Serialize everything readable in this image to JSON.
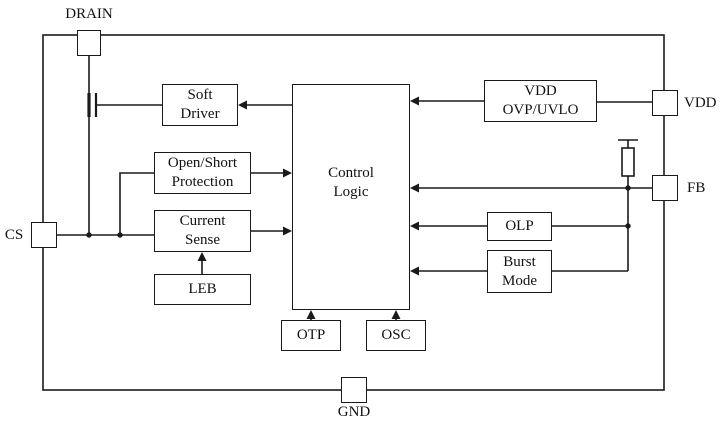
{
  "diagram": {
    "pins": {
      "drain": "DRAIN",
      "vdd": "VDD",
      "fb": "FB",
      "cs": "CS",
      "gnd": "GND"
    },
    "blocks": {
      "soft_driver": {
        "line1": "Soft",
        "line2": "Driver"
      },
      "open_short_protection": {
        "line1": "Open/Short",
        "line2": "Protection"
      },
      "current_sense": {
        "line1": "Current",
        "line2": "Sense"
      },
      "leb": {
        "label": "LEB"
      },
      "control_logic": {
        "line1": "Control",
        "line2": "Logic"
      },
      "vdd_ovp_uvlo": {
        "line1": "VDD",
        "line2": "OVP/UVLO"
      },
      "olp": {
        "label": "OLP"
      },
      "burst_mode": {
        "line1": "Burst",
        "line2": "Mode"
      },
      "otp": {
        "label": "OTP"
      },
      "osc": {
        "label": "OSC"
      }
    },
    "colors": {
      "line": "#1a1a1a",
      "background": "#ffffff"
    }
  }
}
